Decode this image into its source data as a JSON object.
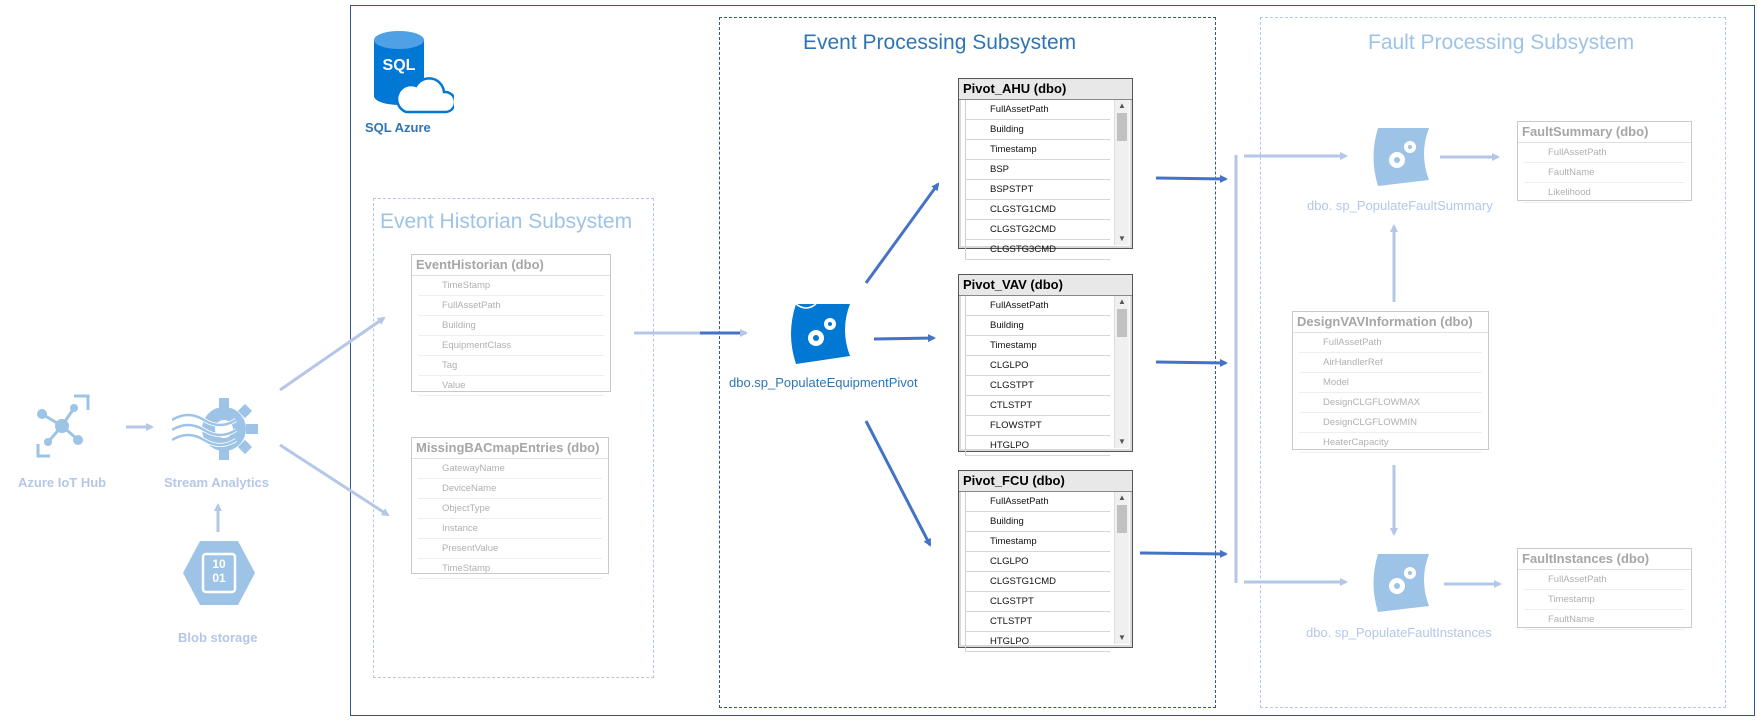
{
  "sql": {
    "label": "SQL Azure",
    "icon_text": "SQL",
    "icon": "sql-database-cloud-icon"
  },
  "left": {
    "iot_hub": {
      "label": "Azure IoT Hub",
      "icon": "iot-hub-icon"
    },
    "stream": {
      "label": "Stream Analytics",
      "icon": "stream-analytics-icon"
    },
    "blob": {
      "label": "Blob storage",
      "icon": "blob-storage-icon",
      "icon_text_1": "10",
      "icon_text_2": "01"
    }
  },
  "subsystems": {
    "historian": "Event Historian Subsystem",
    "processing": "Event Processing Subsystem",
    "fault": "Fault Processing Subsystem"
  },
  "tables": {
    "event_historian": {
      "title": "EventHistorian (dbo)",
      "rows": [
        "TimeStamp",
        "FullAssetPath",
        "Building",
        "EquipmentClass",
        "Tag",
        "Value"
      ]
    },
    "missing_bacmap": {
      "title": "MissingBACmapEntries (dbo)",
      "rows": [
        "GatewayName",
        "DeviceName",
        "ObjectType",
        "Instance",
        "PresentValue",
        "TimeStamp"
      ]
    },
    "pivot_ahu": {
      "title": "Pivot_AHU (dbo)",
      "rows": [
        "FullAssetPath",
        "Building",
        "Timestamp",
        "BSP",
        "BSPSTPT",
        "CLGSTG1CMD",
        "CLGSTG2CMD",
        "CLGSTG3CMD"
      ]
    },
    "pivot_vav": {
      "title": "Pivot_VAV (dbo)",
      "rows": [
        "FullAssetPath",
        "Building",
        "Timestamp",
        "CLGLPO",
        "CLGSTPT",
        "CTLSTPT",
        "FLOWSTPT",
        "HTGLPO"
      ]
    },
    "pivot_fcu": {
      "title": "Pivot_FCU (dbo)",
      "rows": [
        "FullAssetPath",
        "Building",
        "Timestamp",
        "CLGLPO",
        "CLGSTG1CMD",
        "CLGSTPT",
        "CTLSTPT",
        "HTGLPO"
      ]
    },
    "fault_summary": {
      "title": "FaultSummary (dbo)",
      "rows": [
        "FullAssetPath",
        "FaultName",
        "Likelihood"
      ]
    },
    "design_vav": {
      "title": "DesignVAVInformation (dbo)",
      "rows": [
        "FullAssetPath",
        "AirHandlerRef",
        "Model",
        "DesignCLGFLOWMAX",
        "DesignCLGFLOWMIN",
        "HeaterCapacity"
      ]
    },
    "fault_instances": {
      "title": "FaultInstances (dbo)",
      "rows": [
        "FullAssetPath",
        "Timestamp",
        "FaultName"
      ]
    }
  },
  "procedures": {
    "pivot": {
      "label": "dbo.sp_PopulateEquipmentPivot",
      "icon": "stored-procedure-icon"
    },
    "summary": {
      "label": "dbo. sp_PopulateFaultSummary",
      "icon": "stored-procedure-icon"
    },
    "instances": {
      "label": "dbo. sp_PopulateFaultInstances",
      "icon": "stored-procedure-icon"
    }
  },
  "colors": {
    "dark_blue": "#2f5597",
    "accent_blue": "#2e75b6",
    "faint_blue": "#b4c7e7",
    "icon_blue": "#0078d4"
  }
}
